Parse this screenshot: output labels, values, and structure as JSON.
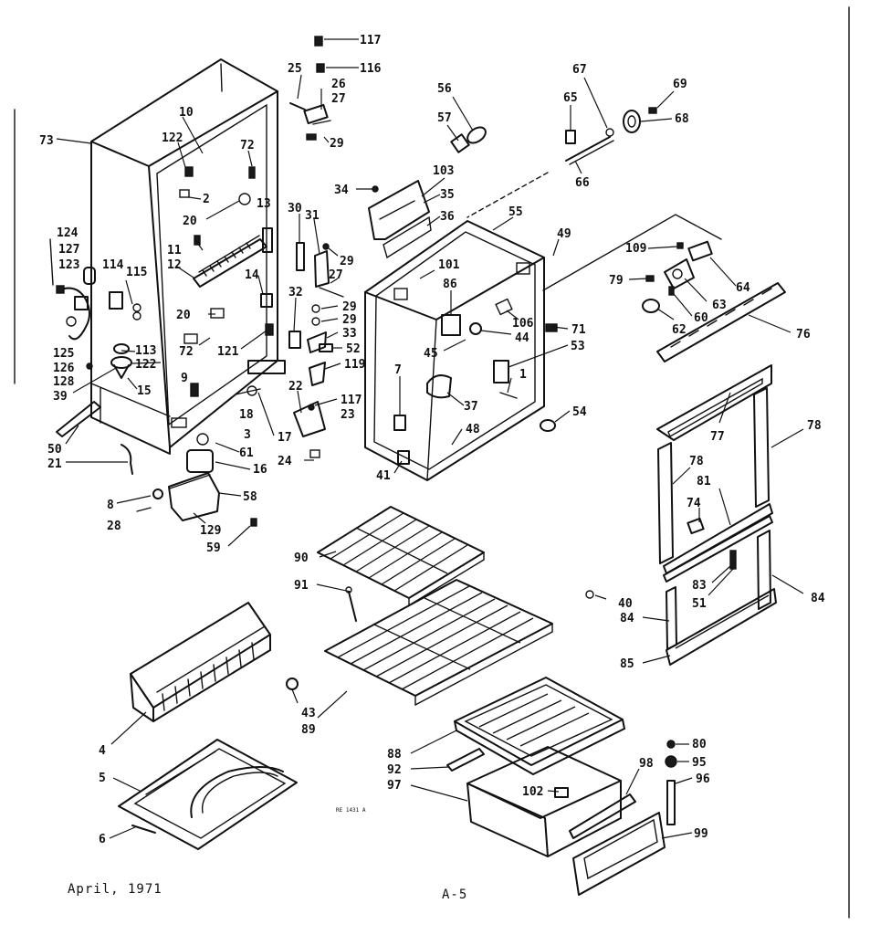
{
  "footer": {
    "date": "April, 1971",
    "page": "A-5",
    "drawing_code": "RE 1431 A"
  },
  "callouts": [
    {
      "id": "c117a",
      "text": "117"
    },
    {
      "id": "c25",
      "text": "25"
    },
    {
      "id": "c116",
      "text": "116"
    },
    {
      "id": "c26",
      "text": "26"
    },
    {
      "id": "c27a",
      "text": "27"
    },
    {
      "id": "c29a",
      "text": "29"
    },
    {
      "id": "c10",
      "text": "10"
    },
    {
      "id": "c73",
      "text": "73"
    },
    {
      "id": "c122a",
      "text": "122"
    },
    {
      "id": "c72a",
      "text": "72"
    },
    {
      "id": "c2",
      "text": "2"
    },
    {
      "id": "c20a",
      "text": "20"
    },
    {
      "id": "c13",
      "text": "13"
    },
    {
      "id": "c11",
      "text": "11"
    },
    {
      "id": "c12",
      "text": "12"
    },
    {
      "id": "c124",
      "text": "124"
    },
    {
      "id": "c127",
      "text": "127"
    },
    {
      "id": "c123",
      "text": "123"
    },
    {
      "id": "c114",
      "text": "114"
    },
    {
      "id": "c115",
      "text": "115"
    },
    {
      "id": "c14",
      "text": "14"
    },
    {
      "id": "c20b",
      "text": "20"
    },
    {
      "id": "c125",
      "text": "125"
    },
    {
      "id": "c126",
      "text": "126"
    },
    {
      "id": "c128",
      "text": "128"
    },
    {
      "id": "c113",
      "text": "113"
    },
    {
      "id": "c122b",
      "text": "122"
    },
    {
      "id": "c39",
      "text": "39"
    },
    {
      "id": "c15",
      "text": "15"
    },
    {
      "id": "c72b",
      "text": "72"
    },
    {
      "id": "c121",
      "text": "121"
    },
    {
      "id": "c9",
      "text": "9"
    },
    {
      "id": "c18",
      "text": "18"
    },
    {
      "id": "c3",
      "text": "3"
    },
    {
      "id": "c50",
      "text": "50"
    },
    {
      "id": "c21",
      "text": "21"
    },
    {
      "id": "c61",
      "text": "61"
    },
    {
      "id": "c16",
      "text": "16"
    },
    {
      "id": "c17",
      "text": "17"
    },
    {
      "id": "c8",
      "text": "8"
    },
    {
      "id": "c58",
      "text": "58"
    },
    {
      "id": "c28",
      "text": "28"
    },
    {
      "id": "c129",
      "text": "129"
    },
    {
      "id": "c59",
      "text": "59"
    },
    {
      "id": "c30",
      "text": "30"
    },
    {
      "id": "c31",
      "text": "31"
    },
    {
      "id": "c29b",
      "text": "29"
    },
    {
      "id": "c27b",
      "text": "27"
    },
    {
      "id": "c32",
      "text": "32"
    },
    {
      "id": "c29c",
      "text": "29"
    },
    {
      "id": "c29d",
      "text": "29"
    },
    {
      "id": "c33",
      "text": "33"
    },
    {
      "id": "c52",
      "text": "52"
    },
    {
      "id": "c119",
      "text": "119"
    },
    {
      "id": "c22",
      "text": "22"
    },
    {
      "id": "c117b",
      "text": "117"
    },
    {
      "id": "c23",
      "text": "23"
    },
    {
      "id": "c24",
      "text": "24"
    },
    {
      "id": "c56",
      "text": "56"
    },
    {
      "id": "c57",
      "text": "57"
    },
    {
      "id": "c103",
      "text": "103"
    },
    {
      "id": "c34",
      "text": "34"
    },
    {
      "id": "c35",
      "text": "35"
    },
    {
      "id": "c36",
      "text": "36"
    },
    {
      "id": "c55",
      "text": "55"
    },
    {
      "id": "c101",
      "text": "101"
    },
    {
      "id": "c86",
      "text": "86"
    },
    {
      "id": "c106",
      "text": "106"
    },
    {
      "id": "c44",
      "text": "44"
    },
    {
      "id": "c45",
      "text": "45"
    },
    {
      "id": "c7",
      "text": "7"
    },
    {
      "id": "c37",
      "text": "37"
    },
    {
      "id": "c1",
      "text": "1"
    },
    {
      "id": "c48",
      "text": "48"
    },
    {
      "id": "c41",
      "text": "41"
    },
    {
      "id": "c49",
      "text": "49"
    },
    {
      "id": "c53",
      "text": "53"
    },
    {
      "id": "c71",
      "text": "71"
    },
    {
      "id": "c54",
      "text": "54"
    },
    {
      "id": "c67",
      "text": "67"
    },
    {
      "id": "c65",
      "text": "65"
    },
    {
      "id": "c69",
      "text": "69"
    },
    {
      "id": "c68",
      "text": "68"
    },
    {
      "id": "c66",
      "text": "66"
    },
    {
      "id": "c109",
      "text": "109"
    },
    {
      "id": "c79",
      "text": "79"
    },
    {
      "id": "c64",
      "text": "64"
    },
    {
      "id": "c63",
      "text": "63"
    },
    {
      "id": "c60",
      "text": "60"
    },
    {
      "id": "c62",
      "text": "62"
    },
    {
      "id": "c76",
      "text": "76"
    },
    {
      "id": "c77",
      "text": "77"
    },
    {
      "id": "c78a",
      "text": "78"
    },
    {
      "id": "c78b",
      "text": "78"
    },
    {
      "id": "c81",
      "text": "81"
    },
    {
      "id": "c74",
      "text": "74"
    },
    {
      "id": "c83",
      "text": "83"
    },
    {
      "id": "c51",
      "text": "51"
    },
    {
      "id": "c84a",
      "text": "84"
    },
    {
      "id": "c84b",
      "text": "84"
    },
    {
      "id": "c40",
      "text": "40"
    },
    {
      "id": "c85",
      "text": "85"
    },
    {
      "id": "c90",
      "text": "90"
    },
    {
      "id": "c91",
      "text": "91"
    },
    {
      "id": "c43",
      "text": "43"
    },
    {
      "id": "c89",
      "text": "89"
    },
    {
      "id": "c4",
      "text": "4"
    },
    {
      "id": "c5",
      "text": "5"
    },
    {
      "id": "c6",
      "text": "6"
    },
    {
      "id": "c88",
      "text": "88"
    },
    {
      "id": "c92",
      "text": "92"
    },
    {
      "id": "c97",
      "text": "97"
    },
    {
      "id": "c102",
      "text": "102"
    },
    {
      "id": "c98",
      "text": "98"
    },
    {
      "id": "c80",
      "text": "80"
    },
    {
      "id": "c95",
      "text": "95"
    },
    {
      "id": "c96",
      "text": "96"
    },
    {
      "id": "c99",
      "text": "99"
    }
  ]
}
